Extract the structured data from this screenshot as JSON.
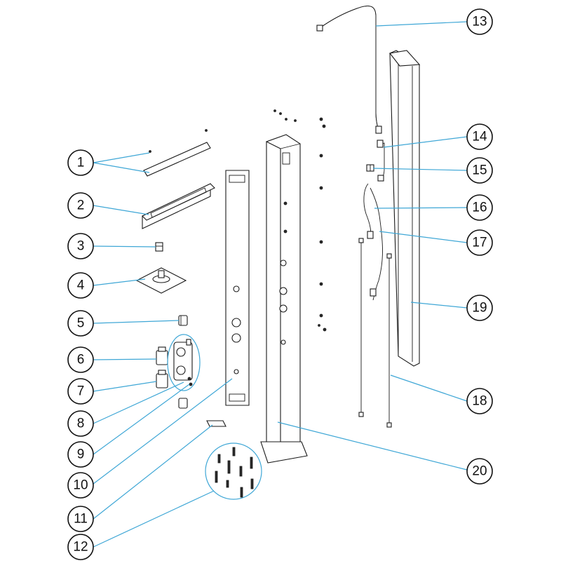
{
  "callouts": [
    {
      "label": "1"
    },
    {
      "label": "2"
    },
    {
      "label": "3"
    },
    {
      "label": "4"
    },
    {
      "label": "5"
    },
    {
      "label": "6"
    },
    {
      "label": "7"
    },
    {
      "label": "8"
    },
    {
      "label": "9"
    },
    {
      "label": "10"
    },
    {
      "label": "11"
    },
    {
      "label": "12"
    },
    {
      "label": "13"
    },
    {
      "label": "14"
    },
    {
      "label": "15"
    },
    {
      "label": "16"
    },
    {
      "label": "17"
    },
    {
      "label": "18"
    },
    {
      "label": "19"
    },
    {
      "label": "20"
    }
  ],
  "colors": {
    "leader": "#3fa7d6",
    "outline": "#1a1a1a",
    "background": "#ffffff"
  }
}
